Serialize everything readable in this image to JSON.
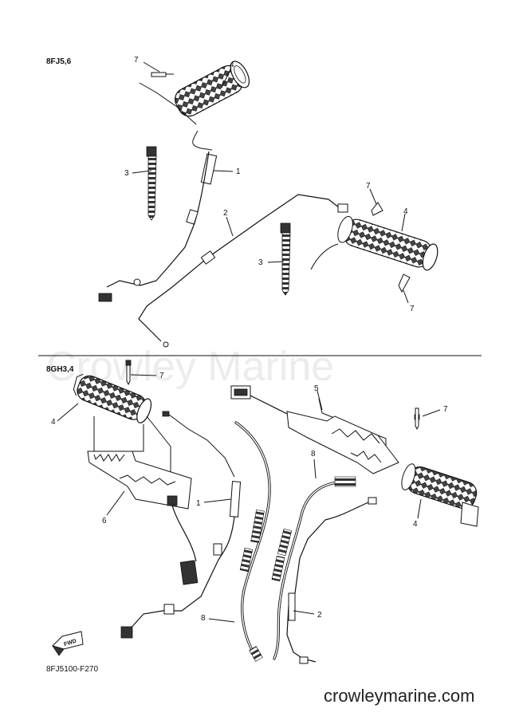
{
  "header": {
    "model_top": "8FJ5,6",
    "model_bottom": "8GH3,4"
  },
  "callouts": {
    "c1": "7",
    "c2": "4",
    "c3": "1",
    "c4": "3",
    "c5": "2",
    "c6": "7",
    "c7": "4",
    "c8": "3",
    "c9": "7",
    "c10": "7",
    "c11": "4",
    "c12": "5",
    "c13": "7",
    "c14": "8",
    "c15": "1",
    "c16": "6",
    "c17": "4",
    "c18": "8",
    "c19": "2"
  },
  "badge": {
    "text": "FWD"
  },
  "footer": {
    "diagram_code": "8FJ5100-F270",
    "website": "crowleymarine.com"
  },
  "watermark": {
    "text": "Crowley Marine"
  }
}
